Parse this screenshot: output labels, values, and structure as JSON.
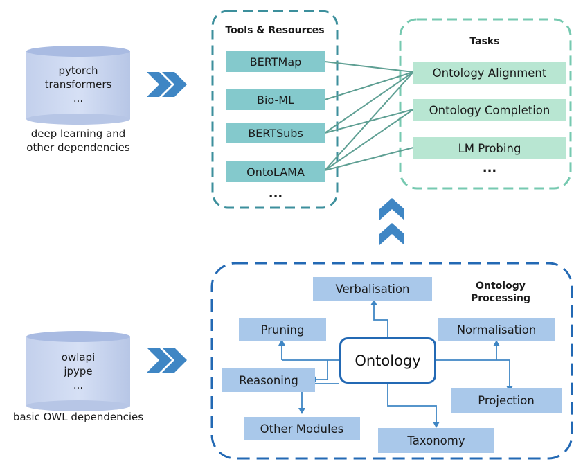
{
  "deps_top": {
    "lines": [
      "pytorch",
      "transformers",
      "..."
    ],
    "caption_lines": [
      "deep learning and",
      "other dependencies"
    ]
  },
  "deps_bottom": {
    "lines": [
      "owlapi",
      "jpype",
      "..."
    ],
    "caption": "basic OWL dependencies"
  },
  "tools": {
    "title": "Tools & Resources",
    "items": [
      "BERTMap",
      "Bio-ML",
      "BERTSubs",
      "OntoLAMA"
    ],
    "more": "..."
  },
  "tasks": {
    "title": "Tasks",
    "items": [
      "Ontology Alignment",
      "Ontology Completion",
      "LM Probing"
    ],
    "more": "..."
  },
  "processing": {
    "title_lines": [
      "Ontology",
      "Processing"
    ],
    "center": "Ontology",
    "modules": {
      "verbalisation": "Verbalisation",
      "pruning": "Pruning",
      "normalisation": "Normalisation",
      "reasoning": "Reasoning",
      "projection": "Projection",
      "other_modules": "Other Modules",
      "taxonomy": "Taxonomy"
    }
  },
  "colors": {
    "tools_border": "#3c8f9c",
    "tasks_border": "#76c9b0",
    "processing_border": "#2369b4",
    "tool_fill": "#84c9cc",
    "task_fill": "#b8e6d2",
    "module_fill": "#a9c8ea",
    "arrow_blue": "#3f86c4",
    "link_line": "#5e9f93"
  },
  "icons": [
    "database-cylinder-icon",
    "double-chevron-right-icon",
    "double-chevron-up-icon"
  ]
}
